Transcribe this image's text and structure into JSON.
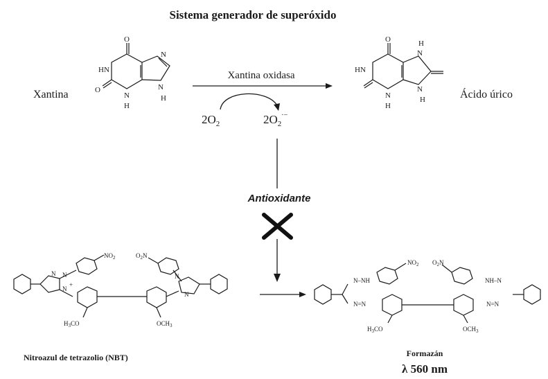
{
  "title": "Sistema generador de superóxido",
  "reaction": {
    "substrate": "Xantina",
    "enzyme": "Xantina oxidasa",
    "product": "Ácido úrico",
    "oxygen": "2O",
    "oxygen_sub": "2",
    "superoxide": "2O",
    "superoxide_sub": "2",
    "superoxide_sup": "·−"
  },
  "inhibition": {
    "label": "Antioxidante"
  },
  "atoms": {
    "O": "O",
    "HN": "HN",
    "N": "N",
    "H": "H",
    "NH": "NH",
    "NH_NH": "N–NH",
    "NH_N": "NH–N",
    "NO2": "NO",
    "NO2_sub": "2",
    "O2N": "O",
    "O2N_rest": "N",
    "H3CO": "H",
    "H3CO_rest": "CO",
    "OCH3": "OCH",
    "sub3": "3",
    "sub2": "2",
    "plus": "+",
    "N_eq_N": "N=N",
    "N_eq_N2": "N=N"
  },
  "nbt_label": "Nitroazul de tetrazolio (NBT)",
  "formazan_label": "Formazán",
  "wavelength": "λ 560 nm"
}
